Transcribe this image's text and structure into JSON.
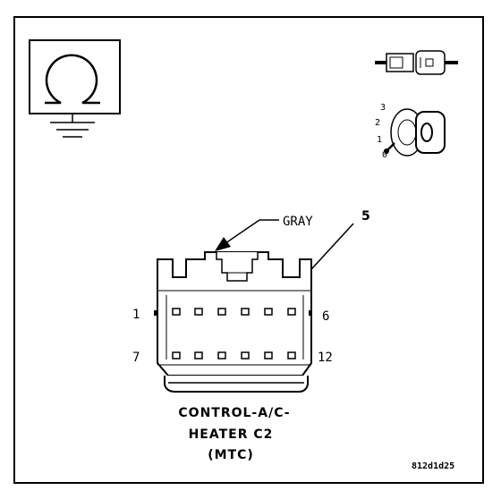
{
  "callout_wire_color": "GRAY",
  "callout_cavity": "5",
  "pin_row1_left": "1",
  "pin_row1_right": "6",
  "pin_row2_left": "7",
  "pin_row2_right": "12",
  "title_line1": "CONTROL-A/C-",
  "title_line2": "HEATER C2",
  "title_line3": "(MTC)",
  "figure_id": "812d1d25",
  "ignition_positions": [
    "3",
    "2",
    "1",
    "0"
  ]
}
